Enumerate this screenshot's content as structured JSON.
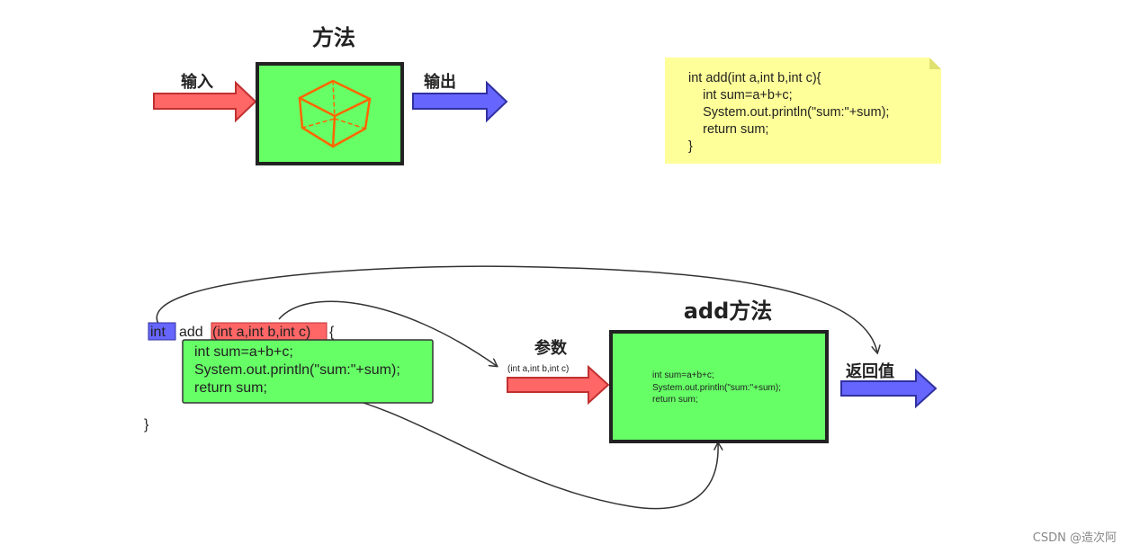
{
  "top": {
    "title": "方法",
    "input_label": "输入",
    "output_label": "输出",
    "note_lines": [
      "int add(int a,int b,int c){",
      "    int sum=a+b+c;",
      "    System.out.println(\"sum:\"+sum);",
      "    return sum;",
      "}"
    ],
    "colors": {
      "box": "#66ff66",
      "input_arrow": "#ff6666",
      "output_arrow": "#6666ff",
      "note": "#ffff99",
      "cube": "#ff6600"
    }
  },
  "bottom": {
    "code": {
      "return_type": "int",
      "method_name": "add",
      "params": "(int a,int b,int c)",
      "open_brace": "{",
      "body_lines": [
        "int sum=a+b+c;",
        "System.out.println(\"sum:\"+sum);",
        "return sum;"
      ],
      "close_brace": "}"
    },
    "box_title": "add方法",
    "param_label": "参数",
    "param_detail": "(int a,int b,int c)",
    "box_lines": [
      "int sum=a+b+c;",
      "System.out.println(\"sum:\"+sum);",
      "return sum;"
    ],
    "return_label": "返回值"
  },
  "watermark": "CSDN @造次阿"
}
